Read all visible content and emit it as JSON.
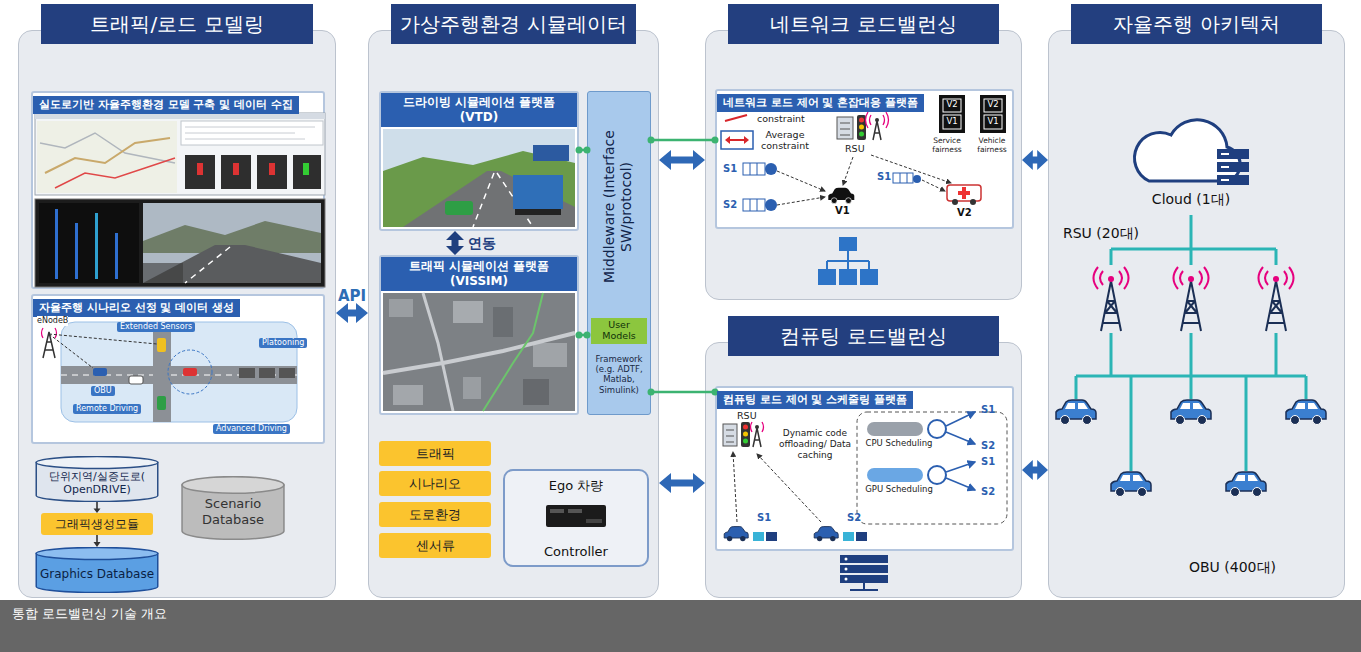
{
  "diagram": {
    "caption": "통합 로드밸런싱 기술 개요",
    "nodes": [
      {
        "text": [
          "트래픽/로드 모델링"
        ]
      },
      {
        "text": [
          "실도로기반 자율주행환경 모델 구축 및 데이터 수집"
        ],
        "in": 0
      },
      {
        "text": [
          "자율주행 시나리오 선정 및 데이터 생성"
        ],
        "in": 0
      },
      {
        "text": [
          "단위지역/실증도로( OpenDRIVE)"
        ],
        "in": 0
      },
      {
        "text": [
          "그래픽생성모듈"
        ],
        "in": 0
      },
      {
        "text": [
          "Graphics Database"
        ],
        "in": 0
      },
      {
        "text": [
          "Scenario Database"
        ],
        "in": 0
      },
      {
        "text": [
          "가상주행환경 시뮬레이터"
        ]
      },
      {
        "text": [
          "드라이빙 시뮬레이션 플랫폼 (VTD)"
        ],
        "in": 7
      },
      {
        "text": [
          "트래픽 시뮬레이션 플랫폼 (VISSIM)"
        ],
        "in": 7
      },
      {
        "text": [
          "Middleware (Interface SW/protocol)",
          "User Models",
          "Framework (e.g. ADTF, Matlab, Simulink)"
        ],
        "in": 7
      },
      {
        "text": [
          "트래픽"
        ],
        "in": 7
      },
      {
        "text": [
          "시나리오"
        ],
        "in": 7
      },
      {
        "text": [
          "도로환경"
        ],
        "in": 7
      },
      {
        "text": [
          "센서류"
        ],
        "in": 7
      },
      {
        "text": [
          "Ego 차량",
          "Controller"
        ],
        "in": 7
      },
      {
        "text": [
          "네트워크 로드밸런싱"
        ]
      },
      {
        "text": [
          "네트워크 로드 제어 및 혼잡대응 플랫폼"
        ],
        "in": 16
      },
      {
        "text": [
          "컴퓨팅 로드밸런싱"
        ]
      },
      {
        "text": [
          "컴퓨팅 로드 제어 및 스케줄링 플랫폼"
        ],
        "in": 18
      },
      {
        "text": [
          "자율주행 아키텍처"
        ]
      }
    ],
    "edges": [
      {
        "from": 3,
        "to": 4,
        "arrow": "to"
      },
      {
        "from": 4,
        "to": 5,
        "arrow": "to"
      },
      {
        "from": 0,
        "to": 7,
        "arrow": "both",
        "label": "API"
      },
      {
        "from": 8,
        "to": 9,
        "arrow": "both",
        "label": "연동"
      },
      {
        "from": 8,
        "to": 10,
        "arrow": "none"
      },
      {
        "from": 9,
        "to": 10,
        "arrow": "none"
      },
      {
        "from": 10,
        "to": 17,
        "arrow": "none"
      },
      {
        "from": 10,
        "to": 19,
        "arrow": "none"
      },
      {
        "from": 7,
        "to": 16,
        "arrow": "both"
      },
      {
        "from": 7,
        "to": 18,
        "arrow": "both"
      },
      {
        "from": 16,
        "to": 20,
        "arrow": "both"
      },
      {
        "from": 18,
        "to": 20,
        "arrow": "both"
      }
    ],
    "labels": [
      "eNodeB",
      "Extended Sensors",
      "Platooning",
      "OBU",
      "Remote Driving",
      "Advanced Driving",
      "constraint",
      "Average constraint",
      "RSU",
      "S1",
      "S2",
      "V1",
      "S1",
      "V2",
      "V2",
      "V1",
      "V2",
      "V1",
      "Service fairness",
      "Vehicle fairness",
      "RSU",
      "CPU Scheduling",
      "S1",
      "S2",
      "GPU Scheduling",
      "S1",
      "S2",
      "Dynamic code offloading/ Data caching",
      "S1",
      "S2",
      "Cloud (1대)",
      "RSU (20대)",
      "OBU (400대)"
    ]
  }
}
